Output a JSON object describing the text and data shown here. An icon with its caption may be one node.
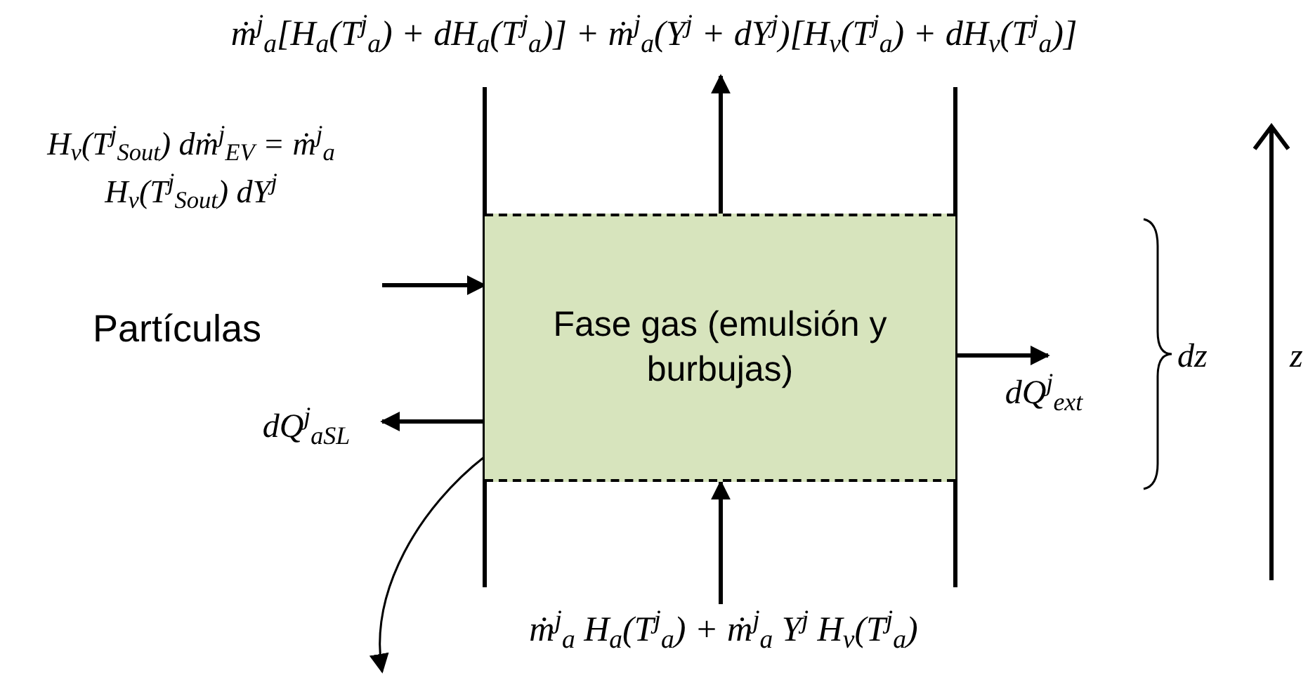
{
  "diagram": {
    "nodes": [
      {
        "text": [
          "Fase gas (emulsión y burbujas)"
        ]
      },
      {
        "text": [
          "ṁ$^{j}$$_{a}$[H$_{a}$(T$^{j}$$_{a}$) + dH$_{a}$(T$^{j}$$_{a}$)] + ṁ$^{j}$$_{a}$(Y$^{j}$ + dY$^{j}$)[H$_{v}$(T$^{j}$$_{a}$) + dH$_{v}$(T$^{j}$$_{a}$)]"
        ]
      },
      {
        "text": [
          "ṁ$^{j}$$_{a}$ H$_{a}$(T$^{j}$$_{a}$) + ṁ$^{j}$$_{a}$ Y$^{j}$ H$_{v}$(T$^{j}$$_{a}$)"
        ]
      },
      {
        "text": [
          "H$_{v}$(T$^{j}$$_{Sout}$) dṁ$^{j}$$_{EV}$ = ṁ$^{j}$$_{a}$ H$_{v}$(T$^{j}$$_{Sout}$) dY$^{j}$"
        ]
      },
      {
        "text": [
          "dQ$^{j}$$_{aSL}$"
        ]
      },
      {
        "text": [
          "dQ$^{j}$$_{ext}$"
        ]
      }
    ],
    "edges": [
      {
        "from": 0,
        "to": 1,
        "arrow": "to"
      },
      {
        "from": 2,
        "to": 0,
        "arrow": "to"
      },
      {
        "from": 3,
        "to": 0,
        "arrow": "to"
      },
      {
        "from": 0,
        "to": 4,
        "arrow": "to"
      },
      {
        "from": 0,
        "to": 5,
        "arrow": "to"
      },
      {
        "from": 0,
        "to": null,
        "arrow": "to"
      }
    ],
    "labels": [
      "Partículas",
      "dz",
      "z"
    ]
  }
}
